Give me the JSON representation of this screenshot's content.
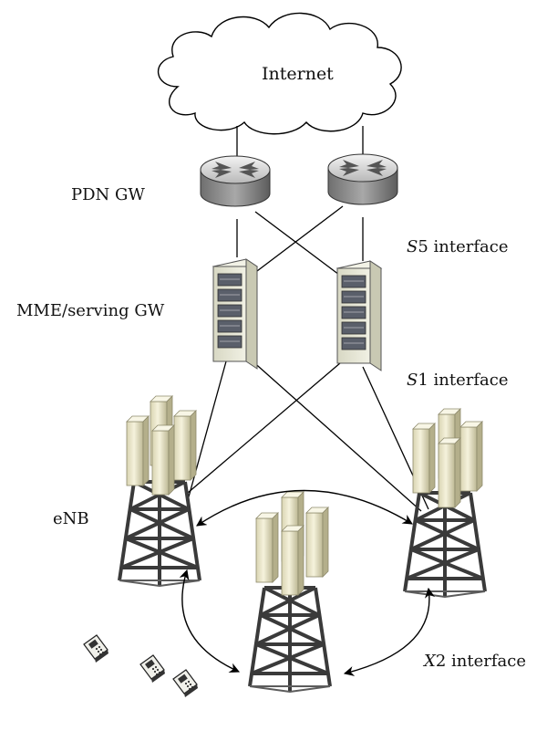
{
  "labels": {
    "internet": "Internet",
    "pdn_gw": "PDN GW",
    "mme_serving_gw": "MME/serving GW",
    "enb": "eNB",
    "s5_prefix": "S",
    "s5_suffix": "5 interface",
    "s1_prefix": "S",
    "s1_suffix": "1 interface",
    "x2_prefix": "X",
    "x2_suffix": "2 interface"
  },
  "icons": {
    "cloud": "cloud-icon",
    "router": "router-icon",
    "server": "server-rack-icon",
    "tower": "cell-tower-icon",
    "phone": "mobile-phone-icon"
  },
  "colors": {
    "cloud_stroke": "#000000",
    "router_body": "#9a9a9a",
    "server_body": "#e6e6d2",
    "tower_body": "#4a4a4a",
    "antenna": "#ece8cc"
  }
}
